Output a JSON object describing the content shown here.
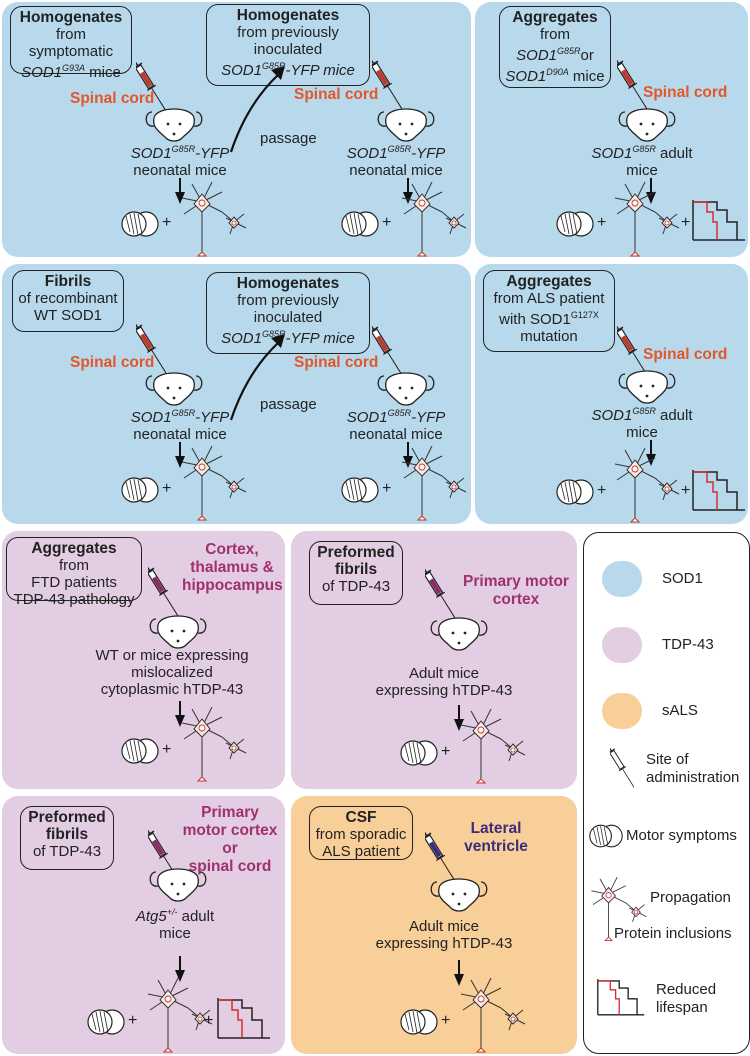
{
  "colors": {
    "sod1": "#b8d9ec",
    "tdp43": "#e2cde2",
    "sals": "#f8cf98",
    "site_red": "#e2572a",
    "site_purple": "#a0306e",
    "site_blue": "#3c2d7a"
  },
  "p1": {
    "box1": {
      "title": "Homogenates",
      "l1": "from",
      "l2": "symptomatic",
      "l3_gene": "SOD1",
      "l3_sup": "G93A",
      "l3_rest": " mice"
    },
    "box2": {
      "title": "Homogenates",
      "l1": "from previously",
      "l2": "inoculated",
      "l3_gene": "SOD1",
      "l3_sup": "G85R",
      "l3_rest": "-YFP mice"
    },
    "site1": "Spinal cord",
    "site2": "Spinal cord",
    "mice1_gene": "SOD1",
    "mice1_sup": "G85R",
    "mice1_rest": "-YFP",
    "mice1_l2": "neonatal mice",
    "passage": "passage",
    "mice2_gene": "SOD1",
    "mice2_sup": "G85R",
    "mice2_rest": "-YFP",
    "mice2_l2": "neonatal mice"
  },
  "p2": {
    "box": {
      "title": "Aggregates",
      "l1": "from",
      "l2_gene": "SOD1",
      "l2_sup": "G85R",
      "l2_rest": "or",
      "l3_gene": "SOD1",
      "l3_sup": "D90A",
      "l3_rest": " mice"
    },
    "site": "Spinal cord",
    "mice_gene": "SOD1",
    "mice_sup": "G85R",
    "mice_rest": " adult",
    "mice_l2": "mice"
  },
  "p3": {
    "box1": {
      "title": "Fibrils",
      "l1": "of recombinant",
      "l2": "WT SOD1"
    },
    "box2": {
      "title": "Homogenates",
      "l1": "from previously",
      "l2": "inoculated",
      "l3_gene": "SOD1",
      "l3_sup": "G85R",
      "l3_rest": "-YFP mice"
    },
    "site1": "Spinal cord",
    "site2": "Spinal cord",
    "mice1_gene": "SOD1",
    "mice1_sup": "G85R",
    "mice1_rest": "-YFP",
    "mice1_l2": "neonatal mice",
    "passage": "passage",
    "mice2_gene": "SOD1",
    "mice2_sup": "G85R",
    "mice2_rest": "-YFP",
    "mice2_l2": "neonatal mice"
  },
  "p4": {
    "box": {
      "title": "Aggregates",
      "l1": "from ALS patient",
      "l2": "with SOD1",
      "l2_sup": "G127X",
      "l3": "mutation"
    },
    "site": "Spinal cord",
    "mice_gene": "SOD1",
    "mice_sup": "G85R",
    "mice_rest": " adult",
    "mice_l2": "mice"
  },
  "p5": {
    "box": {
      "title": "Aggregates",
      "l1": "from",
      "l2": "FTD patients",
      "l3": "TDP-43 pathology"
    },
    "site_l1": "Cortex,",
    "site_l2": "thalamus &",
    "site_l3": "hippocampus",
    "mice_l1": "WT or mice expressing",
    "mice_l2": "mislocalized",
    "mice_l3": "cytoplasmic hTDP-43"
  },
  "p6": {
    "box": {
      "title_l1": "Preformed",
      "title_l2": "fibrils",
      "l1": "of TDP-43"
    },
    "site_l1": "Primary motor",
    "site_l2": "cortex",
    "mice_l1": "Adult mice",
    "mice_l2": "expressing hTDP-43"
  },
  "p7": {
    "box": {
      "title_l1": "Preformed",
      "title_l2": "fibrils",
      "l1": "of TDP-43"
    },
    "site_l1": "Primary",
    "site_l2": "motor cortex or",
    "site_l3": "spinal cord",
    "mice_gene": "Atg5",
    "mice_sup": "+/-",
    "mice_rest": " adult",
    "mice_l2": "mice"
  },
  "p8": {
    "box": {
      "title": "CSF",
      "l1": "from sporadic",
      "l2": "ALS patient"
    },
    "site_l1": "Lateral",
    "site_l2": "ventricle",
    "mice_l1": "Adult mice",
    "mice_l2": "expressing hTDP-43"
  },
  "legend": {
    "sod1": "SOD1",
    "tdp43": "TDP-43",
    "sals": "sALS",
    "site_l1": "Site of",
    "site_l2": "administration",
    "motor": "Motor symptoms",
    "propagation": "Propagation",
    "inclusions": "Protein inclusions",
    "lifespan_l1": "Reduced",
    "lifespan_l2": "lifespan"
  },
  "plus": "+"
}
